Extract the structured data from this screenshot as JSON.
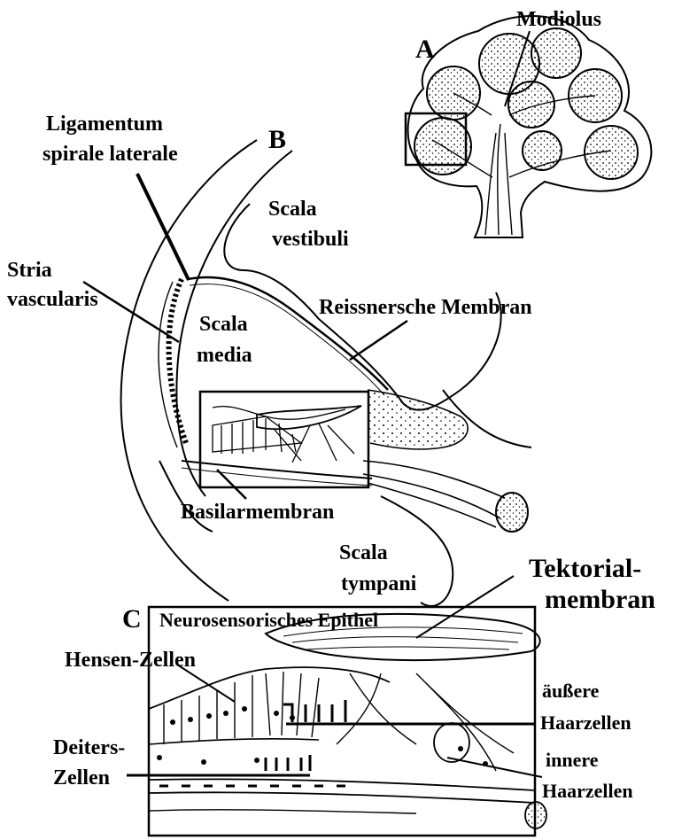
{
  "labels": {
    "modiolus": "Modiolus",
    "panel_a": "A",
    "panel_b": "B",
    "panel_c": "C",
    "ligamentum_1": "Ligamentum",
    "ligamentum_2": "spirale laterale",
    "scala_vestibuli_1": "Scala",
    "scala_vestibuli_2": "vestibuli",
    "stria_1": "Stria",
    "stria_2": "vascularis",
    "scala_media_1": "Scala",
    "scala_media_2": "media",
    "reissner": "Reissnersche Membran",
    "basilar": "Basilarmembran",
    "scala_tympani_1": "Scala",
    "scala_tympani_2": "tympani",
    "tektorial_1": "Tektorial-",
    "tektorial_2": "membran",
    "epithel": "Neurosensorisches Epithel",
    "hensen": "Hensen-Zellen",
    "aeussere_1": "äußere",
    "aeussere_2": "Haarzellen",
    "deiters_1": "Deiters-",
    "deiters_2": "Zellen",
    "innere_1": "innere",
    "innere_2": "Haarzellen"
  }
}
